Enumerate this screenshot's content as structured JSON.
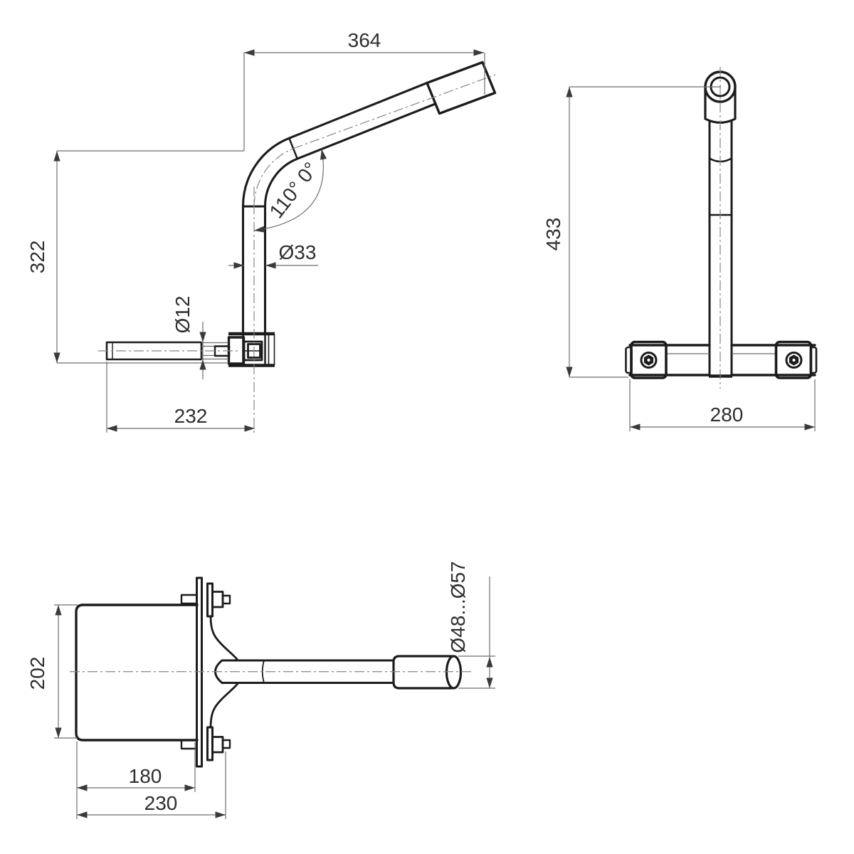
{
  "drawing": {
    "type": "technical-orthographic-views",
    "subject": "lamp-post bracket arm",
    "background_color": "#ffffff",
    "colors": {
      "outline": "#1c1c1c",
      "dimension_line": "#6e6e6e",
      "dimension_text": "#2e2e2e",
      "centerline": "#858585"
    },
    "side_view": {
      "arm_length": "364",
      "height": "322",
      "pipe_diameter": "Ø33",
      "rod_diameter": "Ø12",
      "base_length": "232",
      "bend_angle": "110° 0°"
    },
    "front_view": {
      "height": "433",
      "bracket_width": "280"
    },
    "top_view": {
      "plate_height": "202",
      "box_depth": "180",
      "overall_depth": "230",
      "spigot_diameter": "Ø48...Ø57"
    }
  }
}
